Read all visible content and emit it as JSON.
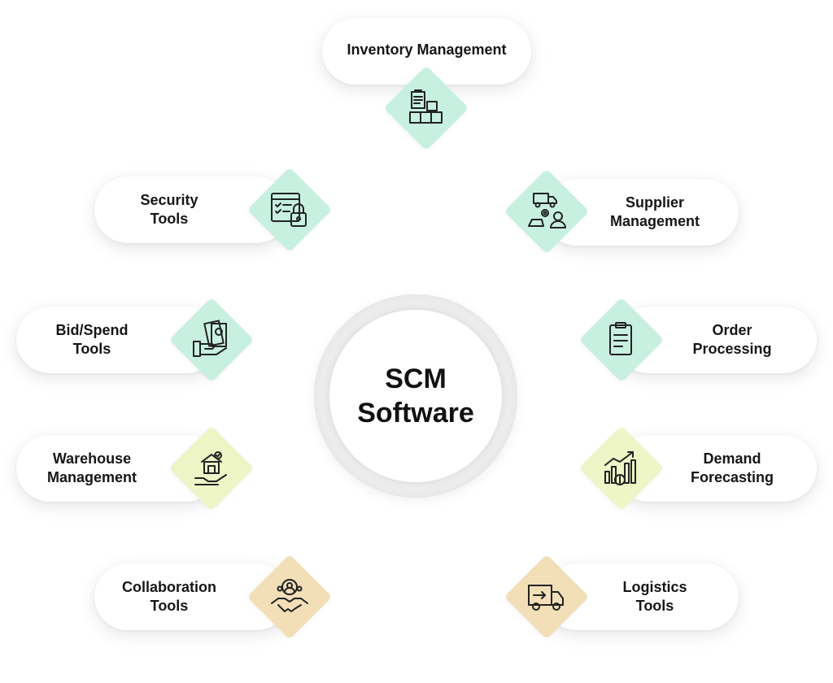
{
  "center": {
    "line1": "SCM",
    "line2": "Software"
  },
  "nodes": {
    "inventory": {
      "lines": [
        "Inventory Management"
      ],
      "icon": "inventory-boxes-icon",
      "color": "#c7f0e1"
    },
    "security": {
      "lines": [
        "Security",
        "Tools"
      ],
      "icon": "security-lock-icon",
      "color": "#c7f0e1"
    },
    "supplier": {
      "lines": [
        "Supplier",
        "Management"
      ],
      "icon": "supplier-truck-icon",
      "color": "#c7f0e1"
    },
    "bid": {
      "lines": [
        "Bid/Spend",
        "Tools"
      ],
      "icon": "money-hand-icon",
      "color": "#c7f0e1"
    },
    "order": {
      "lines": [
        "Order",
        "Processing"
      ],
      "icon": "clipboard-icon",
      "color": "#c7f0e1"
    },
    "warehouse": {
      "lines": [
        "Warehouse",
        "Management"
      ],
      "icon": "warehouse-hand-icon",
      "color": "#eef5c6"
    },
    "demand": {
      "lines": [
        "Demand",
        "Forecasting"
      ],
      "icon": "growth-chart-icon",
      "color": "#eef5c6"
    },
    "collaboration": {
      "lines": [
        "Collaboration",
        "Tools"
      ],
      "icon": "handshake-team-icon",
      "color": "#f2dfb8"
    },
    "logistics": {
      "lines": [
        "Logistics",
        "Tools"
      ],
      "icon": "delivery-truck-icon",
      "color": "#f2dfb8"
    }
  }
}
